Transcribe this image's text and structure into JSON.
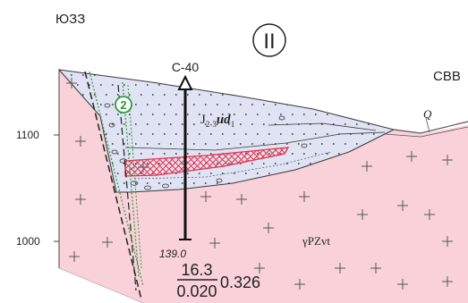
{
  "direction": {
    "left": "ЮЗЗ",
    "right": "СВВ"
  },
  "section_number": "II",
  "elevation_ticks": [
    "1100",
    "1000"
  ],
  "borehole": {
    "name": "С-40",
    "depth": "139.0"
  },
  "sample": {
    "numerator": "16.3",
    "denominator": "0.020",
    "value": "0.326"
  },
  "zone_marker": "2",
  "units": {
    "quaternary": "Q",
    "sediment_prefix": "J",
    "sediment_sub": "2-3",
    "sediment_main": "ud",
    "sediment_index": "1",
    "basement": "γPZvt"
  },
  "colors": {
    "basement_fill": "#f9d2d9",
    "sediment_fill": "#dfe3f3",
    "ore_hatch": "#e8324b",
    "fault_zone": "#2e9a3c",
    "outline": "#222222"
  }
}
